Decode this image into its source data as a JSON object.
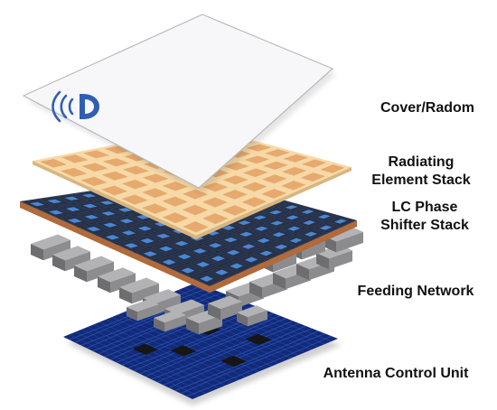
{
  "labels": {
    "cover": "Cover/Radom",
    "radiating_line1": "Radiating",
    "radiating_line2": "Element Stack",
    "lc_line1": "LC Phase",
    "lc_line2": "Shifter Stack",
    "feeding": "Feeding Network",
    "control": "Antenna Control Unit"
  },
  "colors": {
    "cover": "#f7f7f9",
    "cover_edge": "#b9b9bf",
    "radiating_board": "#f6d9a6",
    "radiating_patch": "#e3a064",
    "lc_board": "#1d2434",
    "lc_cell": "#4f8fe0",
    "lc_copper_edge": "#b06a3b",
    "feeding_metal": "#8c8c8f",
    "control_board": "#122a78",
    "control_trace": "#2f5cc4",
    "chip": "#161616",
    "logo": "#2f5fb3"
  },
  "icons": {
    "cover_logo": "wireless-logo-icon"
  }
}
